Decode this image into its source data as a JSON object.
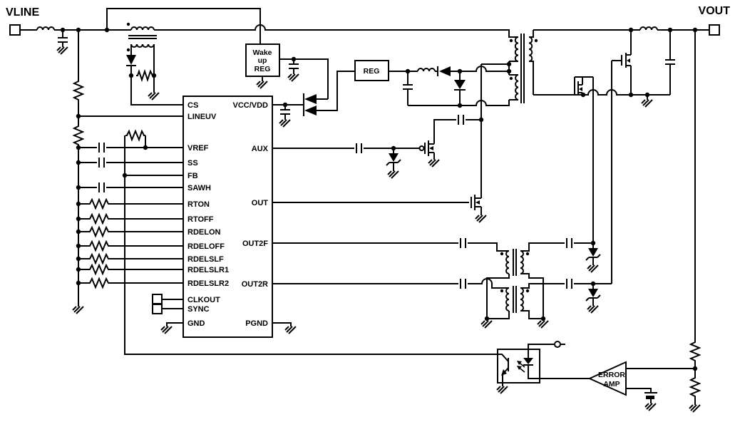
{
  "labels": {
    "vline": "VLINE",
    "vout": "VOUT"
  },
  "blocks": {
    "wakeup_reg": {
      "line1": "Wake",
      "line2": "up",
      "line3": "REG"
    },
    "reg": "REG",
    "error_amp": {
      "line1": "ERROR",
      "line2": "AMP"
    }
  },
  "ic": {
    "left_pins": [
      "CS",
      "LINEUV",
      "VREF",
      "SS",
      "FB",
      "SAWH",
      "RTON",
      "RTOFF",
      "RDELON",
      "RDELOFF",
      "RDELSLF",
      "RDELSLR1",
      "RDELSLR2",
      "CLKOUT",
      "SYNC",
      "GND"
    ],
    "right_pins": [
      "VCC/VDD",
      "AUX",
      "OUT",
      "OUT2F",
      "OUT2R",
      "PGND"
    ]
  },
  "colors": {
    "wire": "#000000",
    "background": "#ffffff"
  }
}
